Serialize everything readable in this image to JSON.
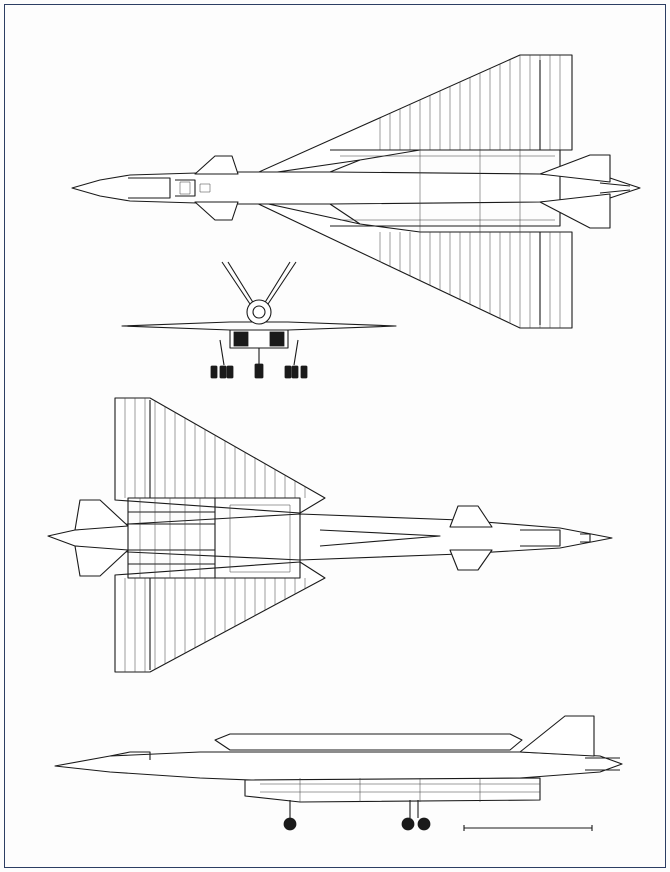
{
  "drawing": {
    "border_color": "#2c3e63",
    "line_color": "#1a1a1a",
    "views": [
      "top-view",
      "front-view",
      "bottom-view",
      "side-view"
    ]
  }
}
